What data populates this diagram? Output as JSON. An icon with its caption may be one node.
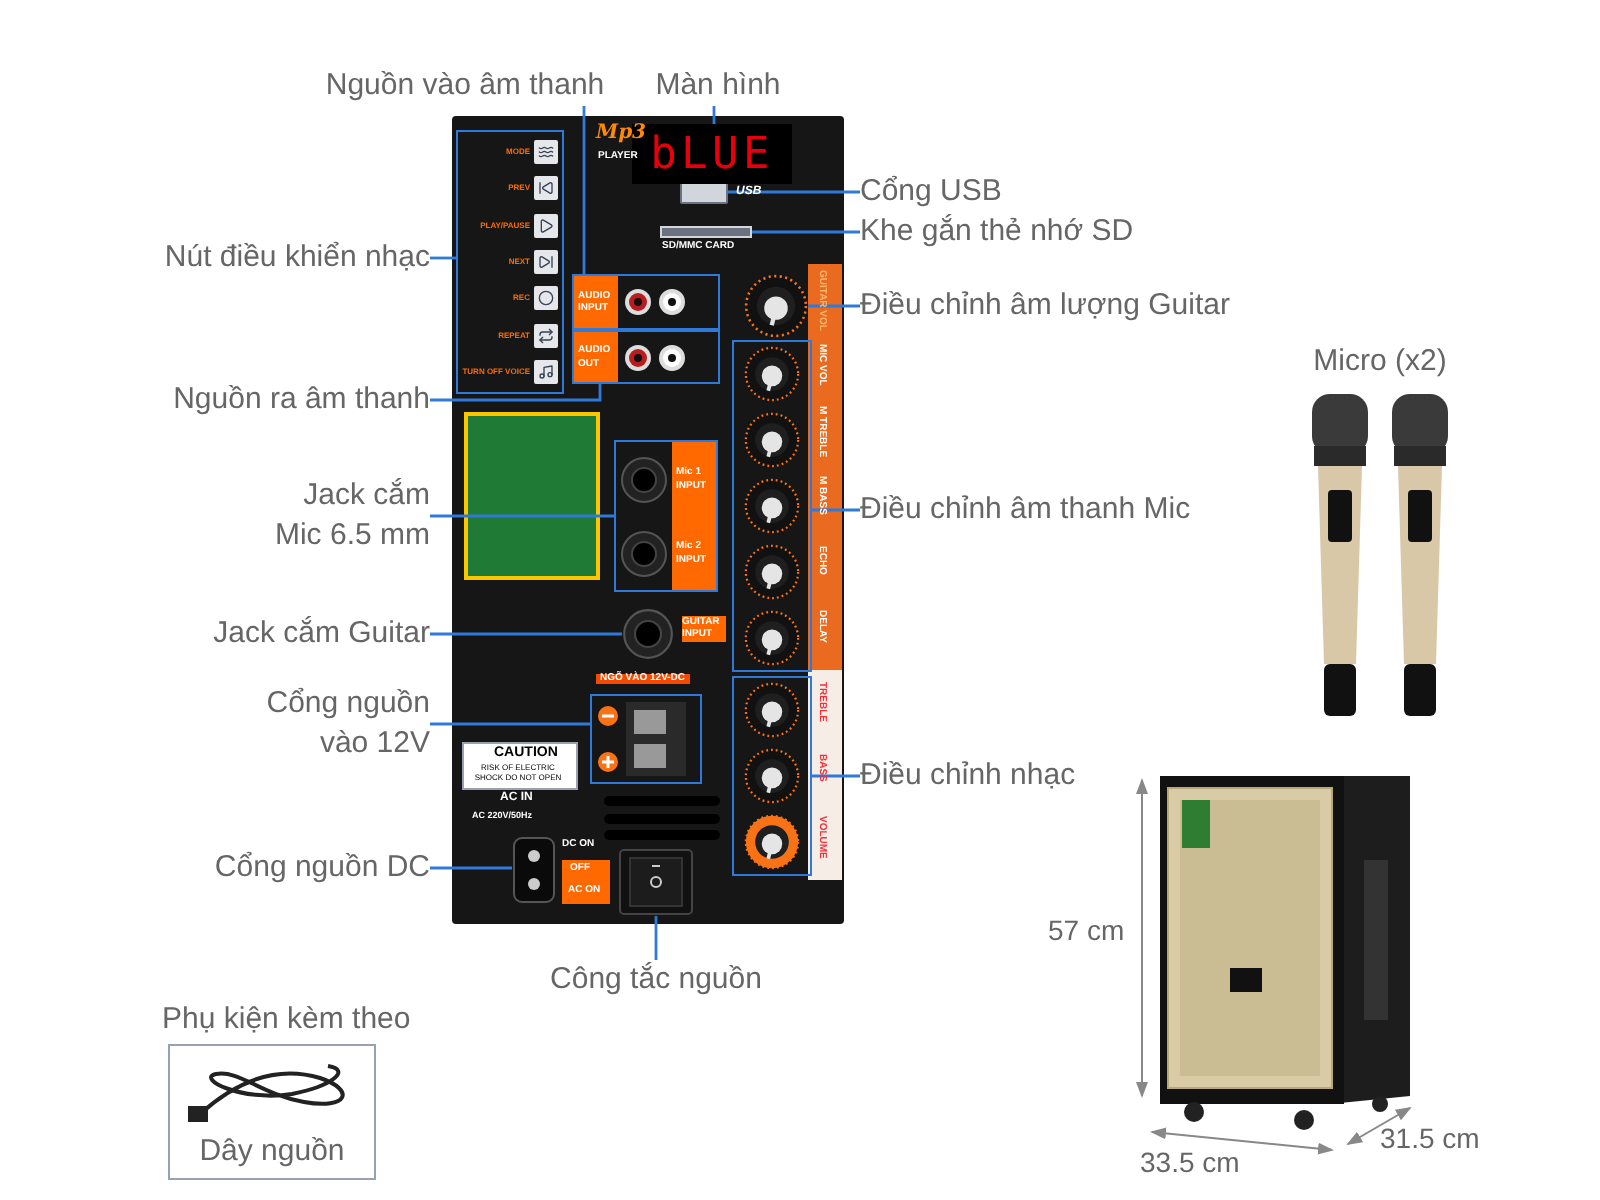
{
  "diagram": {
    "nodes": [
      {
        "text": [
          "Nguồn vào âm thanh"
        ]
      },
      {
        "text": [
          "Màn hình"
        ]
      },
      {
        "text": [
          "Cổng USB"
        ]
      },
      {
        "text": [
          "Khe gắn thẻ nhớ SD"
        ]
      },
      {
        "text": [
          "Nút điều khiển nhạc"
        ]
      },
      {
        "text": [
          "Điều chỉnh âm lượng Guitar"
        ]
      },
      {
        "text": [
          "Nguồn ra âm thanh"
        ]
      },
      {
        "text": [
          "Jack cắm Mic 6.5 mm"
        ]
      },
      {
        "text": [
          "Điều chỉnh âm thanh Mic"
        ]
      },
      {
        "text": [
          "Jack cắm Guitar"
        ]
      },
      {
        "text": [
          "Cổng nguồn vào 12V"
        ]
      },
      {
        "text": [
          "Điều chỉnh nhạc"
        ]
      },
      {
        "text": [
          "Cổng nguồn DC"
        ]
      },
      {
        "text": [
          "Công tắc nguồn"
        ]
      },
      {
        "text": [
          "Micro (x2)"
        ]
      },
      {
        "text": [
          "Phụ kiện kèm theo",
          "Dây nguồn"
        ]
      },
      {
        "text": [],
        "shape": "picture"
      },
      {
        "text": [
          "bLUE"
        ],
        "in": 16
      },
      {
        "text": [],
        "shape": "port",
        "in": 16,
        "beside": [
          "USB"
        ]
      },
      {
        "text": [],
        "shape": "slot",
        "in": 16,
        "beside": [
          "SD/MMC CARD"
        ]
      },
      {
        "text": [
          "MODE",
          "PREV",
          "PLAY/PAUSE",
          "NEXT",
          "REC",
          "REPEAT",
          "TURN OFF VOICE"
        ],
        "in": 16
      },
      {
        "text": [
          "AUDIO INPUT"
        ],
        "in": 16
      },
      {
        "text": [
          "AUDIO OUT"
        ],
        "in": 16
      },
      {
        "text": [
          "Mic 1 INPUT",
          "Mic 2 INPUT"
        ],
        "in": 16
      },
      {
        "text": [],
        "shape": "jack",
        "in": 16
      },
      {
        "text": [],
        "shape": "knob",
        "in": 16,
        "beside": [
          "GUITAR VOL"
        ]
      },
      {
        "text": [],
        "shape": "box",
        "in": 16,
        "beside": [
          "MIC VOL",
          "M TREBLE",
          "M BASS",
          "ECHO",
          "DELAY"
        ]
      },
      {
        "text": [],
        "shape": "box",
        "in": 16,
        "beside": [
          "TREBLE",
          "BASS",
          "VOLUME"
        ]
      },
      {
        "text": [],
        "shape": "box",
        "in": 16,
        "beside": [
          "NGÕ VÀO 12V-DC"
        ]
      },
      {
        "text": [],
        "shape": "socket",
        "in": 16,
        "beside": [
          "AC IN",
          "AC 220V/50Hz"
        ]
      },
      {
        "text": [],
        "shape": "switch",
        "in": 16,
        "beside": [
          "OFF",
          "AC ON"
        ]
      }
    ],
    "edges": [
      {
        "from": 0,
        "to": 21,
        "arrow": "none"
      },
      {
        "from": 1,
        "to": 17,
        "arrow": "none"
      },
      {
        "from": 2,
        "to": 18,
        "arrow": "none"
      },
      {
        "from": 3,
        "to": 19,
        "arrow": "none"
      },
      {
        "from": 4,
        "to": 20,
        "arrow": "none"
      },
      {
        "from": 5,
        "to": 25,
        "arrow": "none"
      },
      {
        "from": 6,
        "to": 22,
        "arrow": "none"
      },
      {
        "from": 7,
        "to": 23,
        "arrow": "none"
      },
      {
        "from": 8,
        "to": 26,
        "arrow": "none"
      },
      {
        "from": 9,
        "to": 24,
        "arrow": "none"
      },
      {
        "from": 10,
        "to": 28,
        "arrow": "none"
      },
      {
        "from": 11,
        "to": 27,
        "arrow": "none"
      },
      {
        "from": 12,
        "to": 29,
        "arrow": "none"
      },
      {
        "from": 13,
        "to": 30,
        "arrow": "none"
      }
    ],
    "labels": [
      "Mp3",
      "PLAYER",
      "CAUTION",
      "RISK OF ELECTRIC SHOCK DO NOT OPEN",
      "DC ON",
      "GUITAR INPUT",
      "57 cm",
      "33.5 cm",
      "31.5 cm"
    ]
  }
}
